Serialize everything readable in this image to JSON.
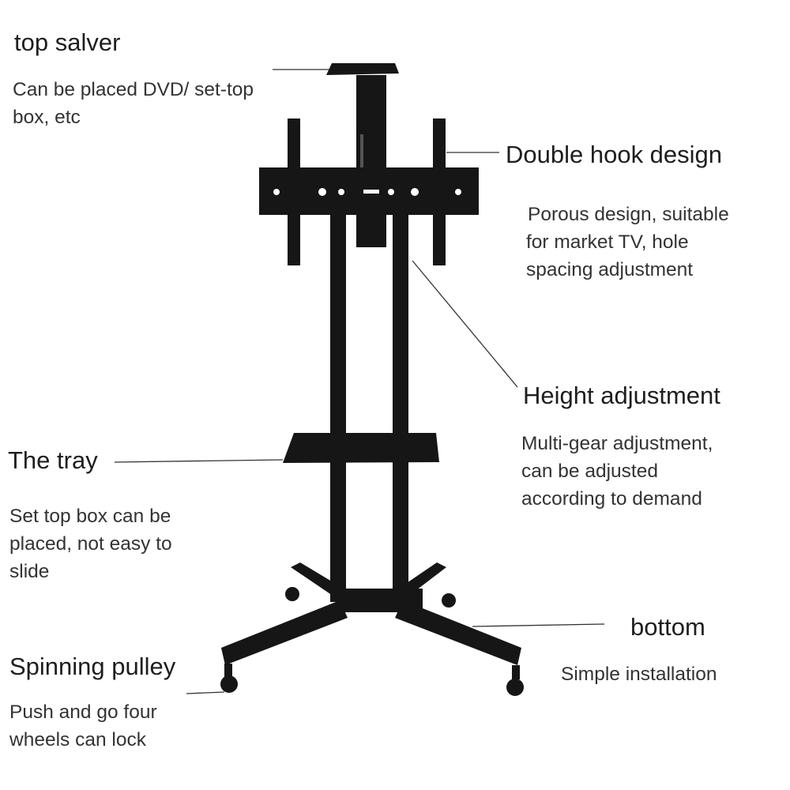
{
  "callouts": {
    "top_salver": {
      "title": "top salver",
      "desc": [
        "Can be placed DVD/ set-top",
        "box, etc"
      ]
    },
    "double_hook": {
      "title": "Double hook design",
      "desc": [
        "Porous design, suitable",
        "for market TV, hole",
        "spacing adjustment"
      ]
    },
    "height": {
      "title": "Height adjustment",
      "desc": [
        "Multi-gear adjustment,",
        "can be adjusted",
        "according to demand"
      ]
    },
    "tray": {
      "title": "The tray",
      "desc": [
        "Set top box can be",
        "placed, not easy to",
        "slide"
      ]
    },
    "bottom": {
      "title": "bottom",
      "desc": [
        "Simple installation"
      ]
    },
    "pulley": {
      "title": "Spinning pulley",
      "desc": [
        "Push and go four",
        "wheels can lock"
      ]
    }
  },
  "colors": {
    "stand": "#161616",
    "text": "#1e1e1e"
  }
}
